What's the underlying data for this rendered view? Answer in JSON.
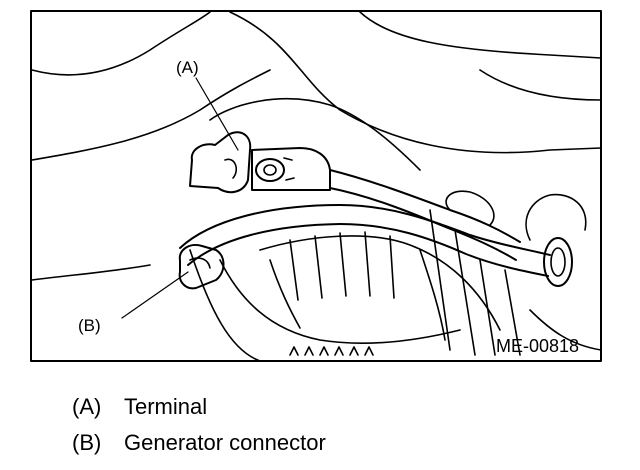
{
  "figure": {
    "callout_a": "(A)",
    "callout_b": "(B)",
    "code": "ME-00818"
  },
  "legend": [
    {
      "key": "(A)",
      "label": "Terminal"
    },
    {
      "key": "(B)",
      "label": "Generator connector"
    }
  ]
}
